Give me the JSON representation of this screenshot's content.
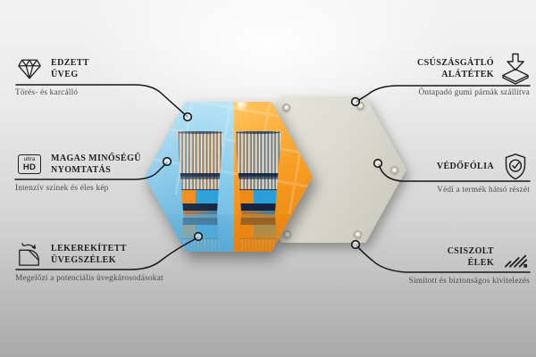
{
  "icons": {
    "ultra_hd_small": "ultra",
    "ultra_hd_big": "HD"
  },
  "labels": {
    "left": [
      {
        "icon": "diamond-icon",
        "title_lines": [
          "EDZETT",
          "ÜVEG"
        ],
        "subtitle": "Törés- és karcálló"
      },
      {
        "icon": "ultra-hd-icon",
        "title_lines": [
          "MAGAS MINŐSÉGŰ",
          "NYOMTATÁS"
        ],
        "subtitle": "Intenzív színek és éles kép"
      },
      {
        "icon": "rounded-corner-icon",
        "title_lines": [
          "LEKEREKÍTETT",
          "ÜVEGSZÉLEK"
        ],
        "subtitle": "Megelőzi a potenciális üvegkárosodásokat"
      }
    ],
    "right": [
      {
        "icon": "arrow-pad-icon",
        "title_lines": [
          "CSÚSZÁSGÁTLÓ",
          "ALÁTÉTEK"
        ],
        "subtitle": "Öntapadó gumi párnák szállítva"
      },
      {
        "icon": "shield-check-icon",
        "title_lines": [
          "VÉDŐFÓLIA"
        ],
        "subtitle": "Védi a termék hátsó részét"
      },
      {
        "icon": "polished-edges-icon",
        "title_lines": [
          "CSISZOLT",
          "ÉLEK"
        ],
        "subtitle": "Simított és biztonságos kivitelezés"
      }
    ]
  },
  "product": {
    "front_panel": "hexagonal glass board printed with two striped drinking glasses on split blue and orange background",
    "back_panel": "plain cream hexagonal back panel",
    "visible_pad_count": 5
  },
  "colors": {
    "leader_line": "#161616",
    "title_text": "#1e1e1e",
    "subtitle_text": "#4a4a4a",
    "back_panel": "#dddcd2",
    "print_blue": "#84c9ea",
    "print_orange": "#f89c22",
    "glass_band_blue": "#289fd9",
    "glass_band_orange": "#ef8a18",
    "glass_dark_band": "#132540"
  }
}
